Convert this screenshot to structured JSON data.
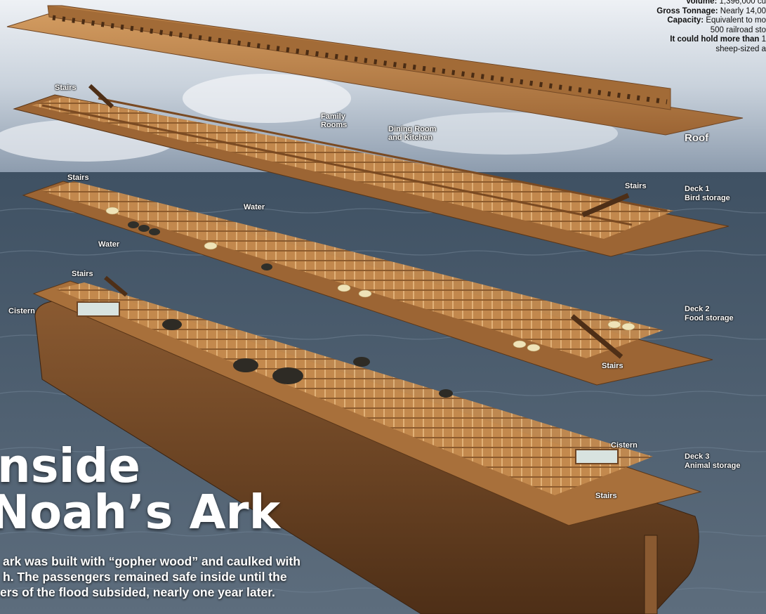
{
  "specs": {
    "volume_label": "Volume:",
    "volume_value": " 1,396,000 cu",
    "tonnage_label": "Gross Tonnage:",
    "tonnage_value": " Nearly 14,00",
    "capacity_label": "Capacity:",
    "capacity_value": " Equivalent to mo",
    "capacity_value_2": "500 railroad sto",
    "hold_label": "It could hold more than",
    "hold_value": " 1",
    "hold_value_2": "sheep-sized a"
  },
  "labels": {
    "roof": "Roof",
    "deck1_title": "Deck 1",
    "deck1_sub": "Bird storage",
    "deck2_title": "Deck 2",
    "deck2_sub": "Food storage",
    "deck3_title": "Deck 3",
    "deck3_sub": "Animal storage",
    "stairs": "Stairs",
    "family_rooms_1": "Family",
    "family_rooms_2": "Rooms",
    "dining_1": "Dining Room",
    "dining_2": "and Kitchen",
    "water": "Water",
    "cistern": "Cistern"
  },
  "title": {
    "line1": "nside",
    "line2": "Noah’s Ark"
  },
  "intro": {
    "line1": "ark was built with “gopher wood” and caulked with",
    "line2": "h. The passengers remained safe inside until the",
    "line3": "ers of the flood subsided, nearly one year later."
  },
  "colors": {
    "sky_top": "#dfe5ec",
    "sky_bottom": "#9aa9bb",
    "water": "#4a5c6e",
    "wood_light": "#c9935a",
    "wood_mid": "#a9713c",
    "wood_dark": "#6e4524",
    "hull": "#7a4e2a",
    "text_light": "#ffffff",
    "text_dark": "#111111"
  }
}
